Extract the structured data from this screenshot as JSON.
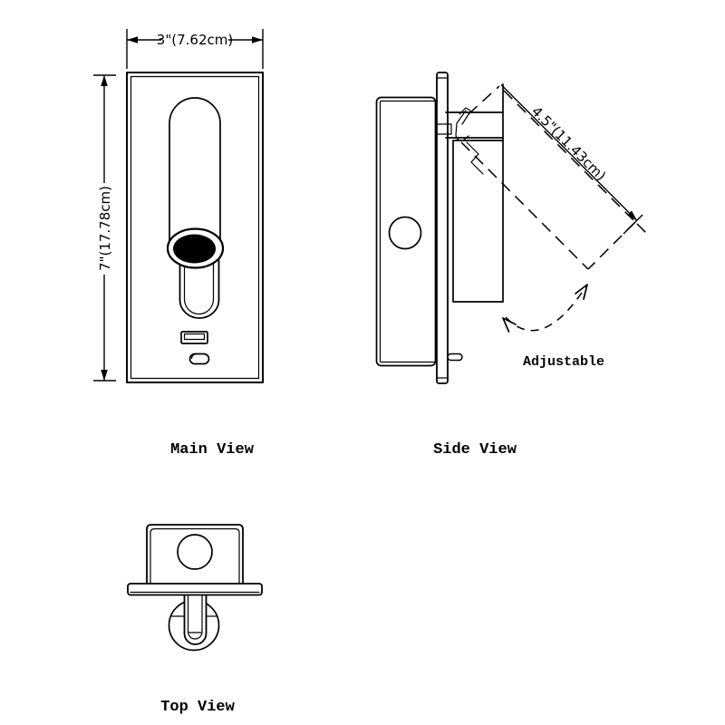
{
  "diagram": {
    "title": "wall reading lamp technical drawing",
    "colors": {
      "ink": "#000000",
      "paper": "#ffffff",
      "lamp_head_fill": "#000000"
    },
    "views": {
      "main": {
        "label": "Main View",
        "width_dim": "3\"(7.62cm)",
        "height_dim": "7\"(17.78cm)"
      },
      "side": {
        "label": "Side View",
        "length_dim": "4.5\"(11.43cm)",
        "note": "Adjustable"
      },
      "top": {
        "label": "Top View"
      }
    }
  }
}
